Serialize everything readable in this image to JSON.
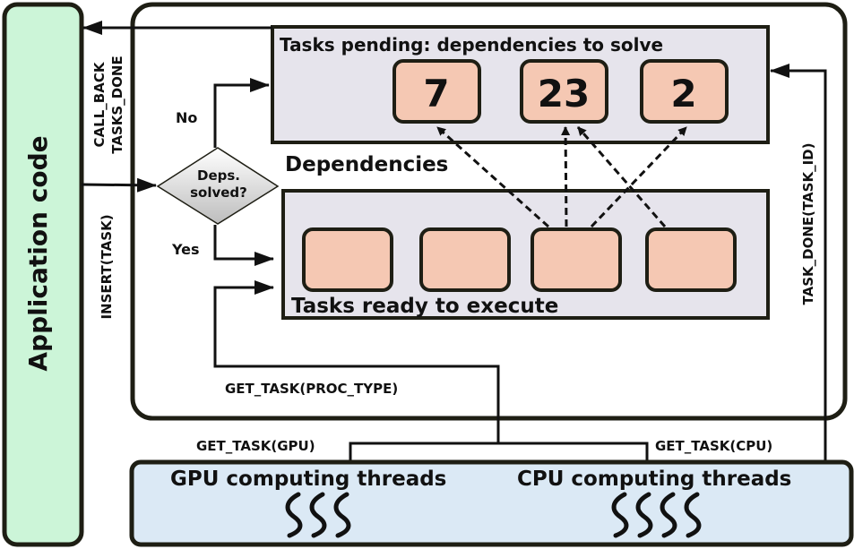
{
  "app_code": {
    "label": "Application code"
  },
  "pending": {
    "title": "Tasks pending: dependencies to solve",
    "counts": [
      "7",
      "23",
      "2"
    ]
  },
  "dependencies": {
    "label": "Dependencies"
  },
  "ready": {
    "title": "Tasks ready to execute"
  },
  "decision": {
    "line1": "Deps.",
    "line2": "solved?",
    "no": "No",
    "yes": "Yes"
  },
  "arrows": {
    "callback_line1": "CALL_BACK",
    "callback_line2": "TASKS_DONE",
    "insert": "INSERT(TASK)",
    "task_done": "TASK_DONE(TASK_ID)",
    "get_task_proc": "GET_TASK(PROC_TYPE)",
    "get_task_gpu": "GET_TASK(GPU)",
    "get_task_cpu": "GET_TASK(CPU)"
  },
  "threads": {
    "gpu": "GPU computing threads",
    "cpu": "CPU computing threads"
  },
  "colors": {
    "app_fill": "#ccf5d8",
    "queue_fill": "#e6e4ec",
    "task_fill": "#f5c8b3",
    "threads_fill": "#dbe9f5",
    "outline": "#1e1e14"
  }
}
